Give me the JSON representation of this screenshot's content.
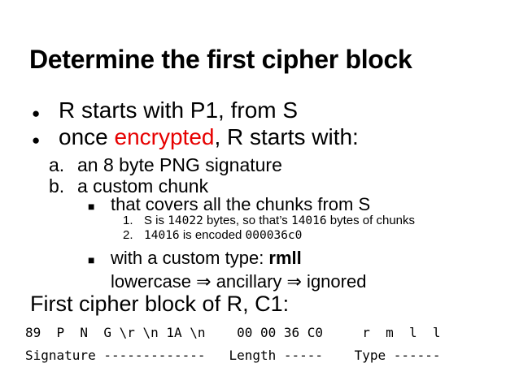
{
  "colors": {
    "red": "#e60000",
    "text": "#000000",
    "background": "#ffffff"
  },
  "title": "Determine the first cipher block",
  "bullets": {
    "marker": "●",
    "b1": {
      "text": "R starts with P1, from S"
    },
    "b2": {
      "pre": "once ",
      "red": "encrypted",
      "post": ", R starts with:"
    }
  },
  "alpha": {
    "a": {
      "marker": "a.",
      "text": "an 8 byte PNG signature"
    },
    "b": {
      "marker": "b.",
      "text": "a custom chunk"
    }
  },
  "squares": {
    "marker": "■",
    "s1": {
      "text": "that covers all the chunks from S"
    },
    "s2": {
      "pre": "with a custom type: ",
      "bold": "rmll"
    },
    "note": "lowercase ⇒ ancillary ⇒ ignored"
  },
  "numbered": {
    "n1": {
      "marker": "1.",
      "p1": "S is ",
      "m1": "14022",
      "p2": " bytes, so that’s ",
      "m2": "14016",
      "p3": " bytes of chunks"
    },
    "n2": {
      "marker": "2.",
      "m1": "14016",
      "p1": " is encoded ",
      "m2": "000036c0"
    }
  },
  "footer": {
    "heading": "First cipher block of R, C1:",
    "hex_line": "89  P  N  G \\r \\n 1A \\n    00 00 36 C0     r  m  l  l",
    "label_line": "Signature -------------   Length -----    Type ------"
  }
}
